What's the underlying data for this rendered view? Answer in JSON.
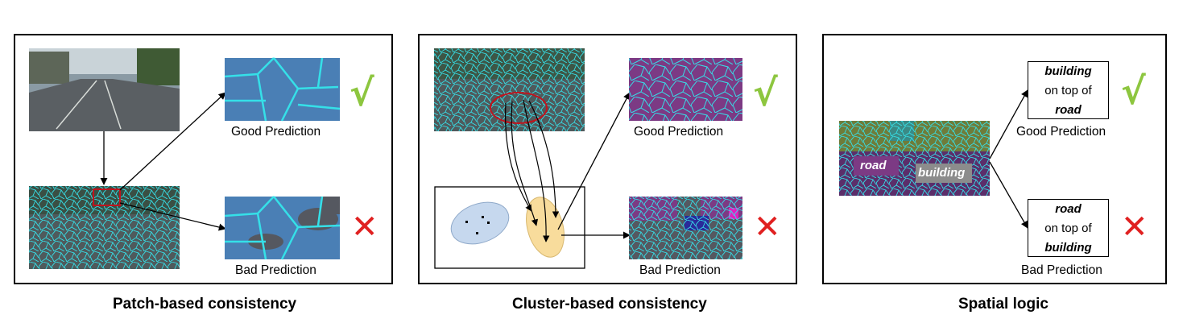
{
  "panels": {
    "patch": {
      "caption": "Patch-based consistency",
      "good_label": "Good Prediction",
      "bad_label": "Bad Prediction"
    },
    "cluster": {
      "caption": "Cluster-based consistency",
      "good_label": "Good Prediction",
      "bad_label": "Bad Prediction"
    },
    "spatial": {
      "caption": "Spatial logic",
      "good_label": "Good Prediction",
      "bad_label": "Bad Prediction",
      "image_labels": {
        "road": "road",
        "building": "building"
      },
      "good_logic": {
        "subject": "building",
        "relation": "on top of",
        "object": "road"
      },
      "bad_logic": {
        "subject": "road",
        "relation": "on top of",
        "object": "building"
      }
    }
  },
  "symbols": {
    "check": "√",
    "cross": "✕"
  },
  "colors": {
    "check": "#8dc63f",
    "cross": "#e02020",
    "superpixel_edge": "#35e0e8",
    "road_gray": "#555860",
    "building_blue": "#4a7fb5",
    "road_purple": "#7c3a84",
    "highlight_red": "#c0141e",
    "cluster_blue": "#c6d8ee",
    "cluster_orange": "#f8dc9c"
  }
}
